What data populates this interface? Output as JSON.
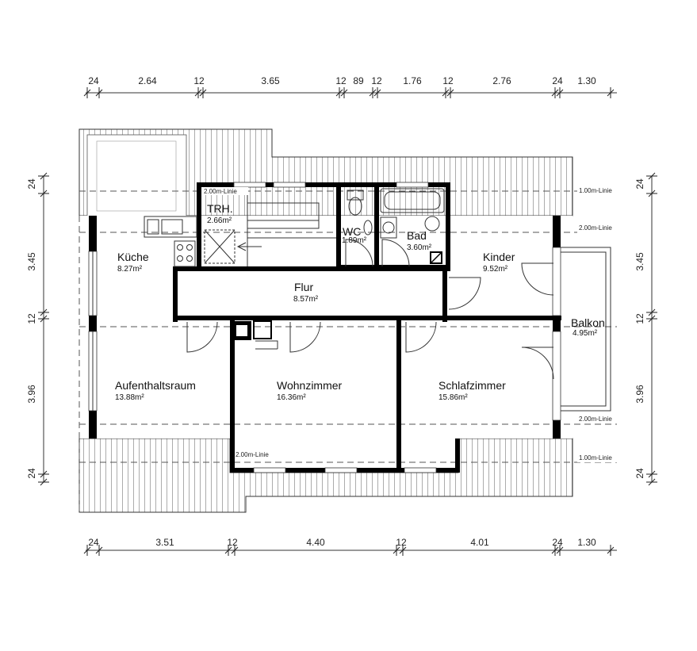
{
  "dimensions": {
    "top": [
      "24",
      "2.64",
      "12",
      "3.65",
      "12",
      "89",
      "12",
      "1.76",
      "12",
      "2.76",
      "24",
      "1.30"
    ],
    "bottom": [
      "24",
      "3.51",
      "12",
      "4.40",
      "12",
      "4.01",
      "24",
      "1.30"
    ],
    "left": [
      "24",
      "3.45",
      "12",
      "3.96",
      "24"
    ],
    "right": [
      "24",
      "3.45",
      "12",
      "3.96",
      "24"
    ]
  },
  "rooms": {
    "kueche": {
      "name": "Küche",
      "area": "8.27m²"
    },
    "treppenhaus": {
      "name": "TRH.",
      "area": "2.66m²"
    },
    "wc": {
      "name": "WC",
      "area": "1.89m²"
    },
    "bad": {
      "name": "Bad",
      "area": "3.60m²"
    },
    "kinder": {
      "name": "Kinder",
      "area": "9.52m²"
    },
    "flur": {
      "name": "Flur",
      "area": "8.57m²"
    },
    "balkon": {
      "name": "Balkon",
      "area": "4.95m²"
    },
    "aufenthaltsraum": {
      "name": "Aufenthaltsraum",
      "area": "13.88m²"
    },
    "wohnzimmer": {
      "name": "Wohnzimmer",
      "area": "16.36m²"
    },
    "schlafzimmer": {
      "name": "Schlafzimmer",
      "area": "15.86m²"
    }
  },
  "height_lines": {
    "trh_top": "2.00m-Linie",
    "right_1m_top": "1.00m-Linie",
    "right_2m_top": "2.00m-Linie",
    "right_2m_bottom": "2.00m-Linie",
    "right_1m_bottom": "1.00m-Linie",
    "wohn_bottom": "2.00m-Linie"
  }
}
